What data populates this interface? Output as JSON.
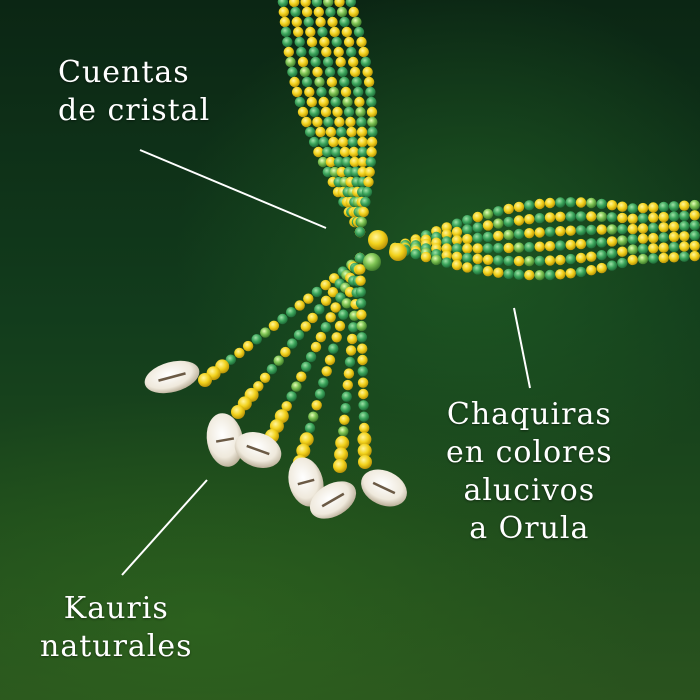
{
  "colors": {
    "background": "#123c1c",
    "bead_yellow": "#f2d21c",
    "bead_green": "#3aa45a",
    "crystal_green": "#7fc454",
    "shell": "#efe9dc",
    "label_text": "#ffffff"
  },
  "labels": {
    "cuentas": {
      "line1": "Cuentas",
      "line2": "de cristal"
    },
    "chaquiras": {
      "line1": "Chaquiras",
      "line2": "en colores",
      "line3": "alucivos",
      "line4": "a Orula"
    },
    "kauris": {
      "line1": "Kauris",
      "line2": "naturales"
    }
  }
}
